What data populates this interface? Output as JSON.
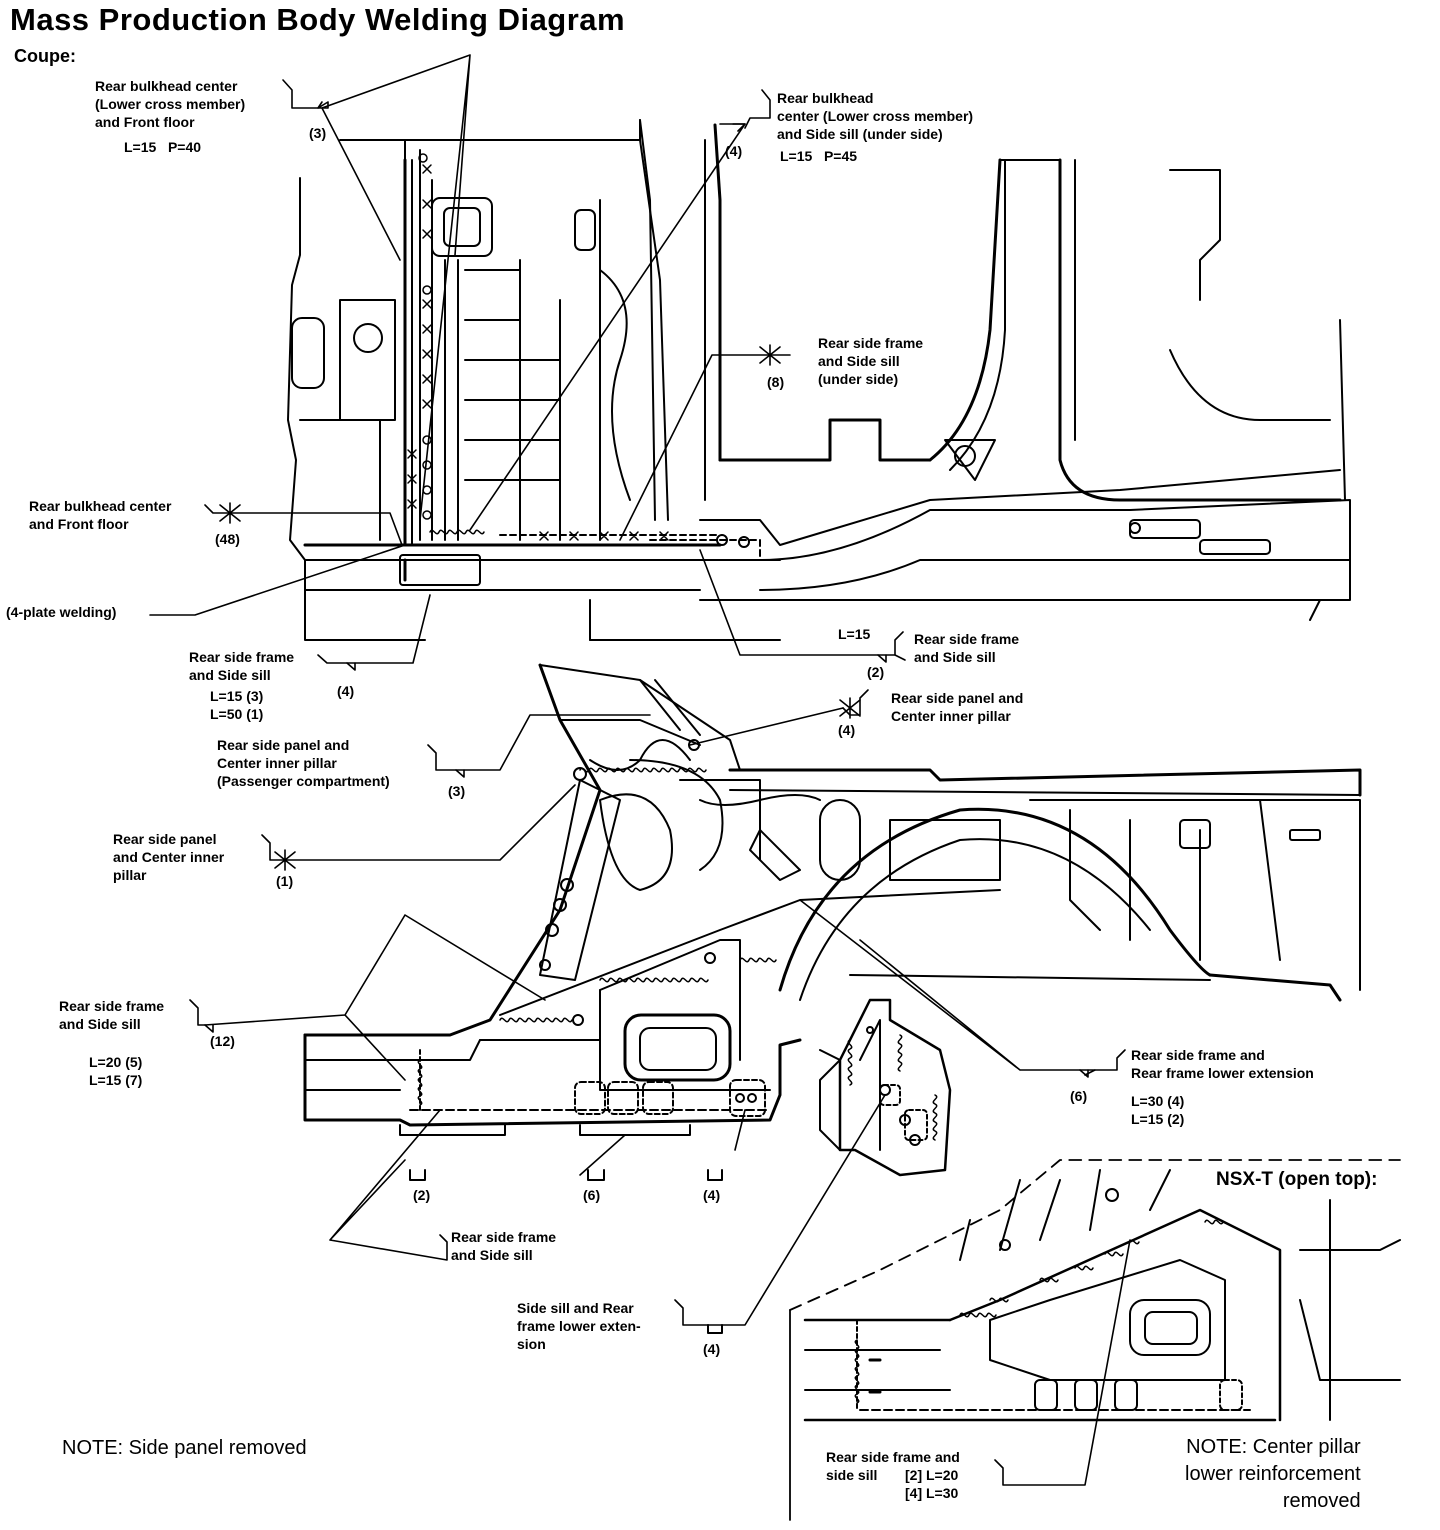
{
  "title": "Mass Production Body Welding Diagram",
  "subtitle": "Coupe:",
  "callouts": [
    {
      "id": "c1",
      "text": "Rear bulkhead center\n(Lower cross member)\nand Front floor",
      "count": "(3)",
      "spec": "L=15   P=40",
      "symbol": "seam"
    },
    {
      "id": "c2",
      "text": "Rear bulkhead\ncenter (Lower cross member)\nand Side sill (under side)",
      "count": "(4)",
      "spec": "L=15   P=45",
      "symbol": "seam"
    },
    {
      "id": "c3",
      "text": "Rear side frame\nand Side sill\n(under side)",
      "count": "(8)",
      "spec": "",
      "symbol": "spot"
    },
    {
      "id": "c4",
      "text": "Rear bulkhead center\nand Front floor",
      "count": "(48)",
      "spec": "",
      "symbol": "spot"
    },
    {
      "id": "c5",
      "text": "(4-plate welding)",
      "count": "",
      "spec": "",
      "symbol": "none"
    },
    {
      "id": "c6",
      "text": "Rear side frame\nand Side sill",
      "count": "(2)",
      "spec": "L=15",
      "symbol": "seam"
    },
    {
      "id": "c7",
      "text": "Rear side frame\nand Side sill",
      "count": "(4)",
      "spec": "L=15 (3)\nL=50 (1)",
      "symbol": "seam"
    },
    {
      "id": "c8",
      "text": "Rear side panel and\nCenter inner pillar",
      "count": "(4)",
      "spec": "",
      "symbol": "spot"
    },
    {
      "id": "c9",
      "text": "Rear side panel and\nCenter inner pillar\n(Passenger compartment)",
      "count": "(3)",
      "spec": "",
      "symbol": "seam"
    },
    {
      "id": "c10",
      "text": "Rear side panel\nand Center inner\npillar",
      "count": "(1)",
      "spec": "",
      "symbol": "spot"
    },
    {
      "id": "c11",
      "text": "Rear side frame\nand Side sill",
      "count": "(12)",
      "spec": "L=20 (5)\nL=15 (7)",
      "symbol": "seam"
    },
    {
      "id": "c12",
      "text": "Rear side frame and\nRear frame lower extension",
      "count": "(6)",
      "spec": "L=30 (4)\nL=15 (2)",
      "symbol": "seam"
    },
    {
      "id": "c13",
      "text": "Rear side frame\nand Side sill",
      "count": "",
      "spec": "",
      "symbol": "none"
    },
    {
      "id": "c14",
      "text": "Side sill and Rear\nframe lower exten-\nsion",
      "count": "(4)",
      "spec": "",
      "symbol": "plug"
    },
    {
      "id": "c15",
      "text": "Rear side frame and\nside sill",
      "count": "",
      "spec": "[2] L=20\n[4] L=30",
      "symbol": "none"
    }
  ],
  "plug_counts": [
    "(2)",
    "(6)",
    "(4)"
  ],
  "inset_title": "NSX-T (open top):",
  "notes": {
    "left": "NOTE: Side panel removed",
    "right": "NOTE: Center pillar\nlower reinforcement\nremoved"
  }
}
